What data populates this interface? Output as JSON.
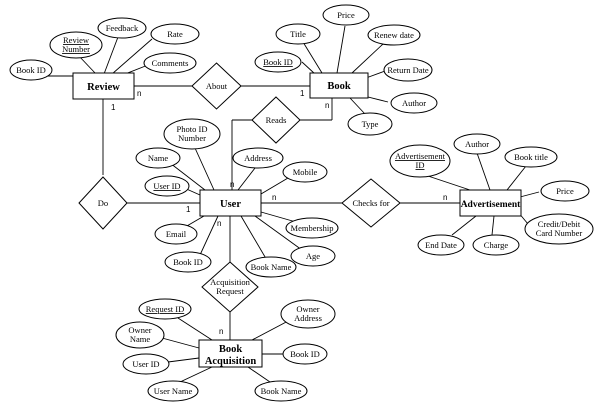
{
  "entities": {
    "review": "Review",
    "book": "Book",
    "user": "User",
    "advertisement": "Advertisement",
    "book_acquisition": [
      "Book",
      "Acquisition"
    ]
  },
  "relationships": {
    "about": "About",
    "reads": "Reads",
    "do": "Do",
    "checks_for": "Checks for",
    "acquisition_request": [
      "Acquisition",
      "Request"
    ]
  },
  "review_attrs": {
    "book_id": "Book ID",
    "review_number": [
      "Review",
      "Number"
    ],
    "feedback": "Feedback",
    "rate": "Rate",
    "comments": "Comments"
  },
  "book_attrs": {
    "title": "Title",
    "price": "Price",
    "renew_date": "Renew date",
    "book_id": "Book ID",
    "return_date": "Return Date",
    "author": "Author",
    "type": "Type"
  },
  "user_attrs": {
    "photo_id_number": [
      "Photo ID",
      "Number"
    ],
    "name": "Name",
    "address": "Address",
    "user_id": "User ID",
    "mobile": "Mobile",
    "email": "Email",
    "membership": "Membership",
    "age": "Age",
    "book_id": "Book ID",
    "book_name": "Book Name"
  },
  "advertisement_attrs": {
    "advertisement_id": [
      "Advertisement",
      "ID"
    ],
    "author": "Author",
    "book_title": "Book title",
    "price": "Price",
    "credit_debit": [
      "Credit/Debit",
      "Card Number"
    ],
    "end_date": "End Date",
    "charge": "Charge"
  },
  "acquisition_attrs": {
    "request_id": "Request ID",
    "owner_address": [
      "Owner",
      "Address"
    ],
    "owner_name": [
      "Owner",
      "Name"
    ],
    "user_id": "User ID",
    "book_id": "Book ID",
    "user_name": "User Name",
    "book_name": "Book Name"
  },
  "cardinalities": {
    "review_about": "n",
    "about_book": "1",
    "review_do": "1",
    "book_reads": "n",
    "reads_user": "n",
    "do_user": "1",
    "user_checks": "n",
    "checks_adv": "n",
    "user_acq": "n",
    "acq_bookacq": "n"
  }
}
